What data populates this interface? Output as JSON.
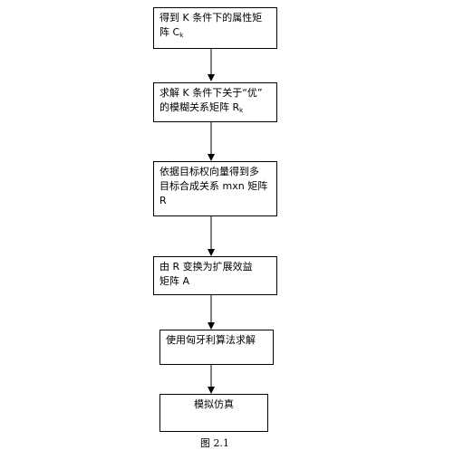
{
  "diagram": {
    "steps": [
      {
        "lines": [
          "得到 K 条件下的属性矩",
          "阵 C"
        ],
        "subscript": "k"
      },
      {
        "lines": [
          "求解 K 条件下关于“优”",
          "的模糊关系矩阵 R"
        ],
        "subscript": "k"
      },
      {
        "lines": [
          "依据目标权向量得到多",
          "目标合成关系 mxn 矩阵",
          "R"
        ]
      },
      {
        "lines": [
          "由  R  变换为扩展效益",
          "矩阵 A"
        ]
      },
      {
        "lines": [
          "使用匈牙利算法求解"
        ]
      },
      {
        "lines": [
          "模拟仿真"
        ]
      }
    ],
    "caption": "图 2.1"
  }
}
